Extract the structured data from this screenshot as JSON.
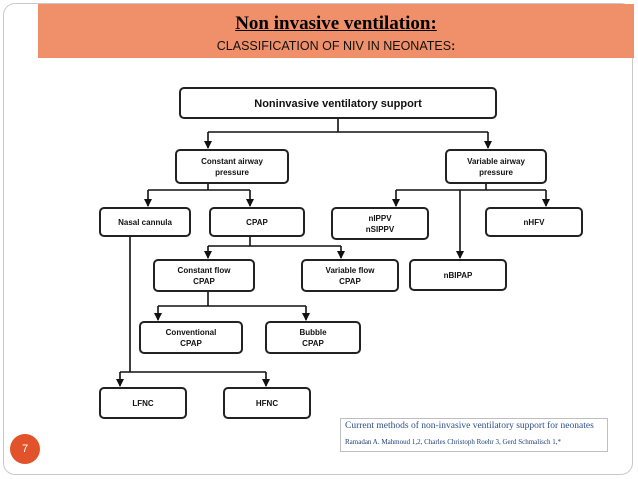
{
  "slide": {
    "title": "Non invasive ventilation:",
    "subtitle": "CLASSIFICATION OF NIV IN NEONATES",
    "subtitle_suffix": ":",
    "page_number": "7"
  },
  "diagram": {
    "nodes": {
      "root": "Noninvasive ventilatory support",
      "constant_airway_pressure": [
        "Constant airway",
        "pressure"
      ],
      "variable_airway_pressure": [
        "Variable airway",
        "pressure"
      ],
      "nasal_cannula": "Nasal cannula",
      "cpap": "CPAP",
      "nippv": [
        "nIPPV",
        "nSIPPV"
      ],
      "nhfv": "nHFV",
      "constant_flow_cpap": [
        "Constant flow",
        "CPAP"
      ],
      "variable_flow_cpap": [
        "Variable flow",
        "CPAP"
      ],
      "nbipap": "nBIPAP",
      "conventional_cpap": [
        "Conventional",
        "CPAP"
      ],
      "bubble_cpap": [
        "Bubble",
        "CPAP"
      ],
      "lfnc": "LFNC",
      "hfnc": "HFNC"
    }
  },
  "caption": {
    "title": "Current methods of non-invasive ventilatory support for neonates",
    "authors": "Ramadan A. Mahmoud 1,2, Charles Christoph Roehr 3, Gerd Schmalisch 1,*"
  }
}
